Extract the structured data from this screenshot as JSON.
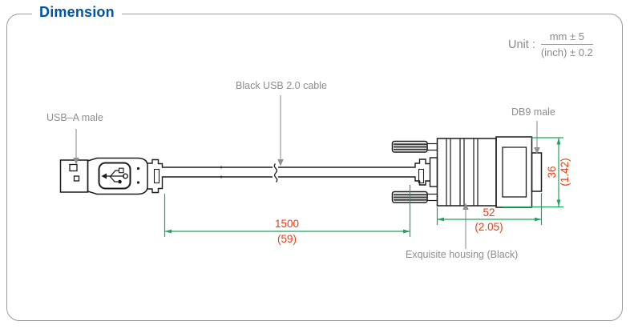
{
  "header": {
    "title": "Dimension"
  },
  "unit": {
    "label": "Unit :",
    "numerator": "mm ± 5",
    "denominator": "(inch) ± 0.2"
  },
  "labels": {
    "usb": "USB–A male",
    "cable": "Black USB 2.0 cable",
    "db9": "DB9 male",
    "housing": "Exquisite housing (Black)"
  },
  "dimensions": {
    "cable_length": {
      "mm": "1500",
      "inch": "(59)"
    },
    "housing_length": {
      "mm": "52",
      "inch": "(2.05)"
    },
    "connector_height": {
      "mm": "36",
      "inch": "(1.42)"
    }
  },
  "colors": {
    "accent_blue": "#0053a5",
    "dimension_red": "#ef3a10",
    "dimension_green": "#1ca35a",
    "label_gray": "#8d8d8d",
    "line_black": "#1c1c1c"
  }
}
